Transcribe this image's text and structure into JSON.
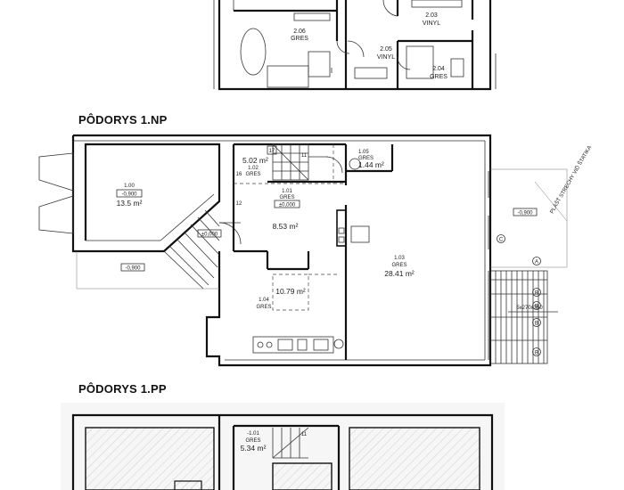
{
  "headings": {
    "np1": "PÔDORYS 1.NP",
    "pp1": "PÔDORYS 1.PP"
  },
  "floor2": {
    "room_206": {
      "id": "2.06",
      "mat": "GRES"
    },
    "room_203": {
      "id": "2.03",
      "mat": "VINYL"
    },
    "room_205": {
      "id": "2.05",
      "mat": "VINYL"
    },
    "room_204": {
      "id": "2.04",
      "mat": "GRES"
    }
  },
  "floor1": {
    "room_100": {
      "id": "1.00",
      "level": "-0,900",
      "area": "13.5 m²"
    },
    "room_102": {
      "id": "1.02",
      "mat": "GRES",
      "area": "5.02 m²"
    },
    "room_105": {
      "id": "1.05",
      "mat": "GRES",
      "area": "1.44 m²"
    },
    "room_101": {
      "id": "1.01",
      "mat": "GRES",
      "level": "±0,000",
      "area": "8.53 m²"
    },
    "room_103": {
      "id": "1.03",
      "mat": "GRES",
      "area": "28.41 m²"
    },
    "room_104": {
      "id": "1.04",
      "mat": "GRES",
      "area": "10.79 m²"
    },
    "stair_steps": [
      "17",
      "11",
      "16",
      "12"
    ],
    "level_stair": "±0,000",
    "level_outside": "-0,900",
    "level_terrace": "-0,900",
    "stair_dim": "5x270x350",
    "markers": [
      "A",
      "B",
      "B",
      "B",
      "B",
      "C"
    ],
    "annot": "PLÁŠŤ STRECHY VIĎ ŠTATIKA"
  },
  "basement": {
    "room_m101": {
      "id": "-1.01",
      "mat": "GRES",
      "area": "5.34 m²"
    },
    "stair_step": "11"
  }
}
